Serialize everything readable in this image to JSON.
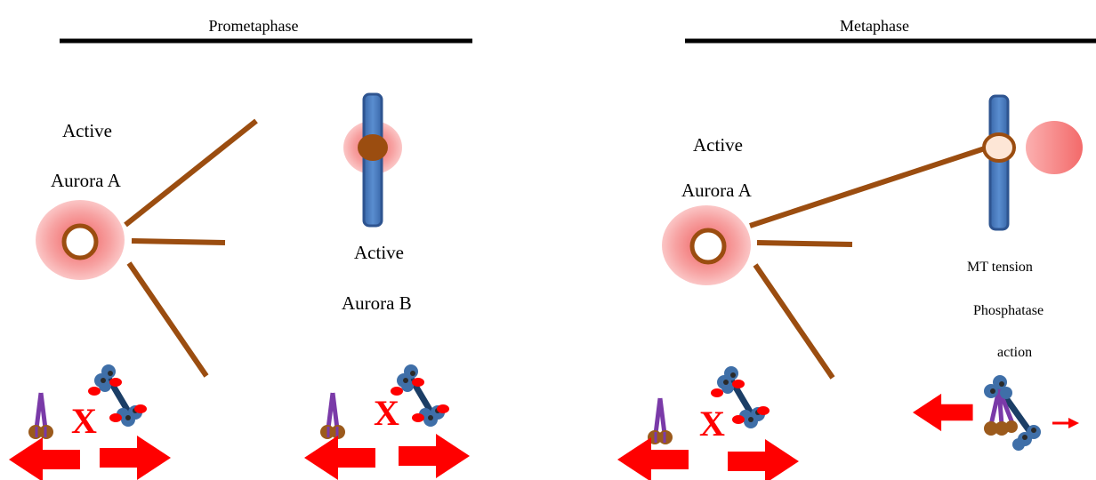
{
  "panels": {
    "prometaphase": {
      "title": "Prometaphase",
      "aurora_a": {
        "line1": "Active",
        "line2": "Aurora A"
      },
      "aurora_b": {
        "line1": "Active",
        "line2": "Aurora B"
      }
    },
    "metaphase": {
      "title": "Metaphase",
      "aurora_a": {
        "line1": "Active",
        "line2": "Aurora A"
      },
      "notes": {
        "line1": "MT tension",
        "line2": "Phosphatase",
        "line3": "action"
      }
    }
  },
  "marks": {
    "cross": "X"
  },
  "colors": {
    "microtubule": "#9b4d10",
    "chromosome": "#4a78bc",
    "chromosome_stroke": "#2e5490",
    "aurora_glow": "#f46c6c",
    "arrow": "#ff0000",
    "phospho": "#ff0000",
    "bead": "#3f6fa8",
    "linker": "#1b3e66",
    "purple": "#7a3aa8",
    "brown_bead": "#9b5a1c"
  },
  "icons": [
    "microtubule-line",
    "kinetochore-disc",
    "motor-protein-icon",
    "phosphorylated-complex-icon",
    "force-arrow-icon"
  ]
}
